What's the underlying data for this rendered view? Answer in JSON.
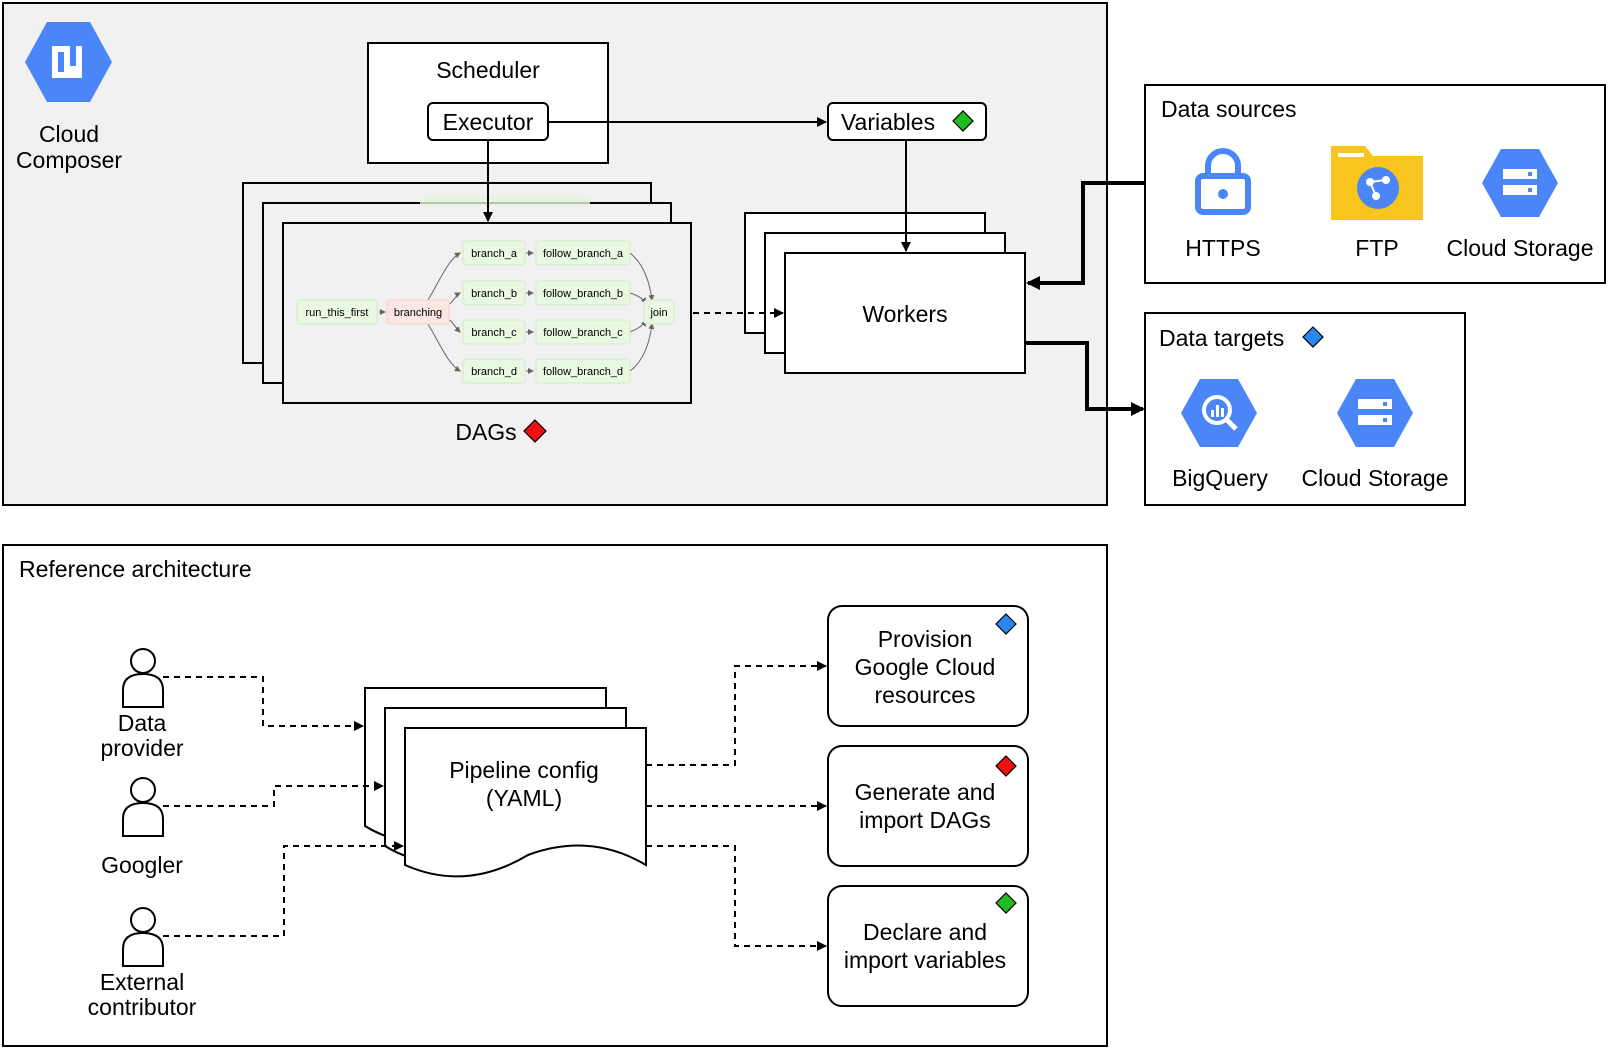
{
  "composer": {
    "logo_label_line1": "Cloud",
    "logo_label_line2": "Composer",
    "scheduler_label": "Scheduler",
    "executor_label": "Executor",
    "variables_label": "Variables",
    "workers_label": "Workers",
    "dags_label": "DAGs",
    "dag_graph": {
      "start_task": "run_this_first",
      "branch_task": "branching",
      "join_task": "join",
      "branches": [
        {
          "branch": "branch_a",
          "follow": "follow_branch_a"
        },
        {
          "branch": "branch_b",
          "follow": "follow_branch_b"
        },
        {
          "branch": "branch_c",
          "follow": "follow_branch_c"
        },
        {
          "branch": "branch_d",
          "follow": "follow_branch_d"
        }
      ]
    }
  },
  "data_sources": {
    "title": "Data sources",
    "items": [
      {
        "label": "HTTPS",
        "icon": "lock-icon"
      },
      {
        "label": "FTP",
        "icon": "ftp-folder-icon"
      },
      {
        "label": "Cloud Storage",
        "icon": "cloud-storage-icon"
      }
    ]
  },
  "data_targets": {
    "title": "Data targets",
    "items": [
      {
        "label": "BigQuery",
        "icon": "bigquery-icon"
      },
      {
        "label": "Cloud Storage",
        "icon": "cloud-storage-icon"
      }
    ]
  },
  "reference": {
    "title": "Reference architecture",
    "actors": [
      {
        "line1": "Data",
        "line2": "provider"
      },
      {
        "line1": "Googler",
        "line2": ""
      },
      {
        "line1": "External",
        "line2": "contributor"
      }
    ],
    "pipeline_line1": "Pipeline config",
    "pipeline_line2": "(YAML)",
    "outputs": [
      {
        "lines": [
          "Provision",
          "Google Cloud",
          "resources"
        ],
        "marker": "blue"
      },
      {
        "lines": [
          "Generate and",
          "import DAGs"
        ],
        "marker": "red"
      },
      {
        "lines": [
          "Declare and",
          "import variables"
        ],
        "marker": "green"
      }
    ]
  },
  "colors": {
    "marker_red": "#ee1111",
    "marker_green": "#22bb22",
    "marker_blue": "#2b88f0",
    "gcp_blue": "#4a86f7",
    "panel_bg": "#f1f1f1",
    "task_green": "#e8f8e2",
    "task_pink": "#fbe6e1",
    "ftp_yellow": "#f7c51e"
  }
}
